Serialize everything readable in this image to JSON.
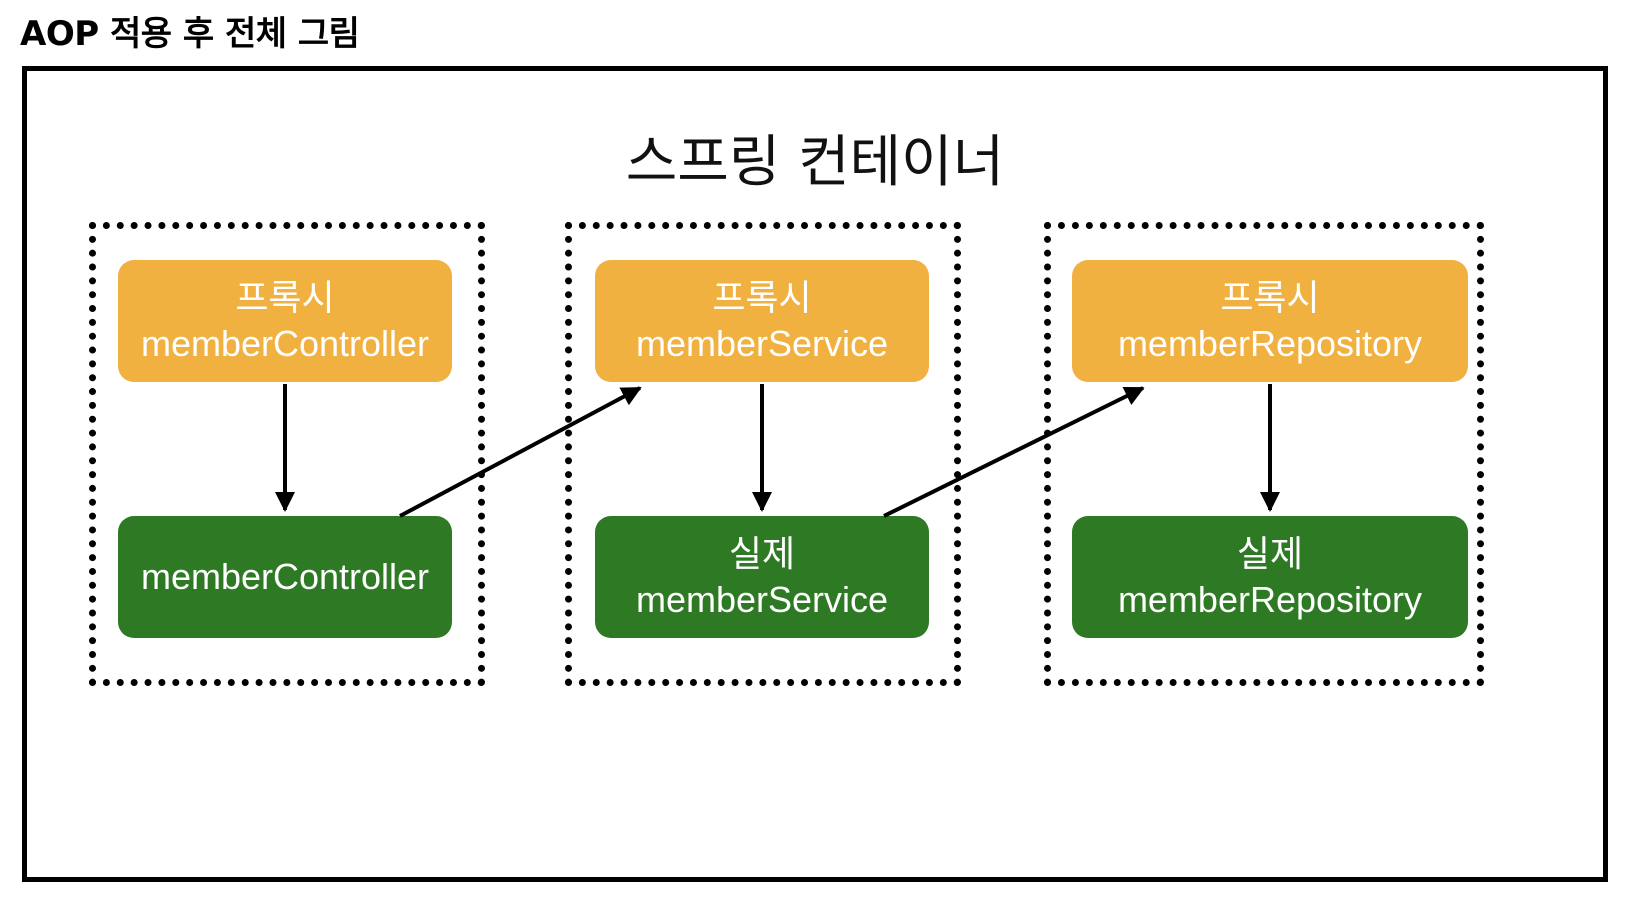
{
  "page": {
    "title": "AOP 적용 후 전체 그림"
  },
  "container": {
    "title": "스프링 컨테이너"
  },
  "colors": {
    "proxy": "#f0b140",
    "real": "#2e7a24",
    "line": "#000000"
  },
  "groups": [
    {
      "proxy": {
        "line1": "프록시",
        "line2": "memberController"
      },
      "real": {
        "line1": "",
        "line2": "memberController"
      }
    },
    {
      "proxy": {
        "line1": "프록시",
        "line2": "memberService"
      },
      "real": {
        "line1": "실제",
        "line2": "memberService"
      }
    },
    {
      "proxy": {
        "line1": "프록시",
        "line2": "memberRepository"
      },
      "real": {
        "line1": "실제",
        "line2": "memberRepository"
      }
    }
  ]
}
